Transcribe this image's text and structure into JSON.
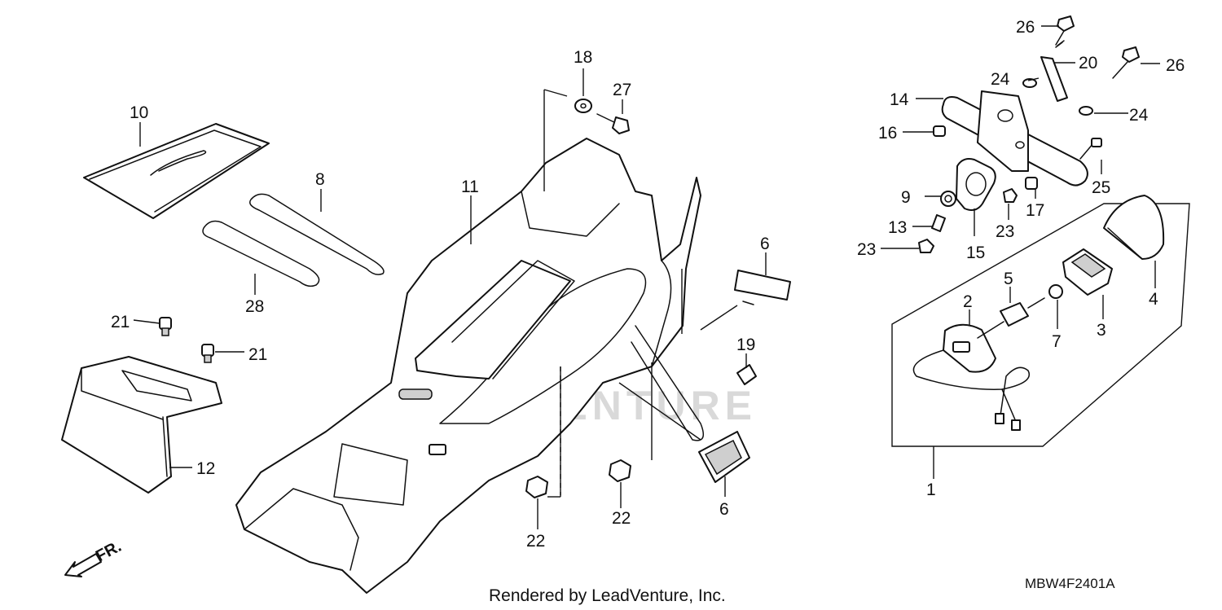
{
  "diagram": {
    "watermark": "LEADVENTURE",
    "direction_label": "FR.",
    "credit": "Rendered by LeadVenture, Inc.",
    "diagram_code": "MBW4F2401A",
    "callouts": [
      "1",
      "2",
      "3",
      "4",
      "5",
      "6",
      "6",
      "7",
      "8",
      "9",
      "10",
      "11",
      "12",
      "13",
      "14",
      "15",
      "16",
      "17",
      "18",
      "19",
      "20",
      "21",
      "21",
      "22",
      "22",
      "23",
      "23",
      "24",
      "24",
      "25",
      "26",
      "26",
      "27",
      "28"
    ]
  }
}
